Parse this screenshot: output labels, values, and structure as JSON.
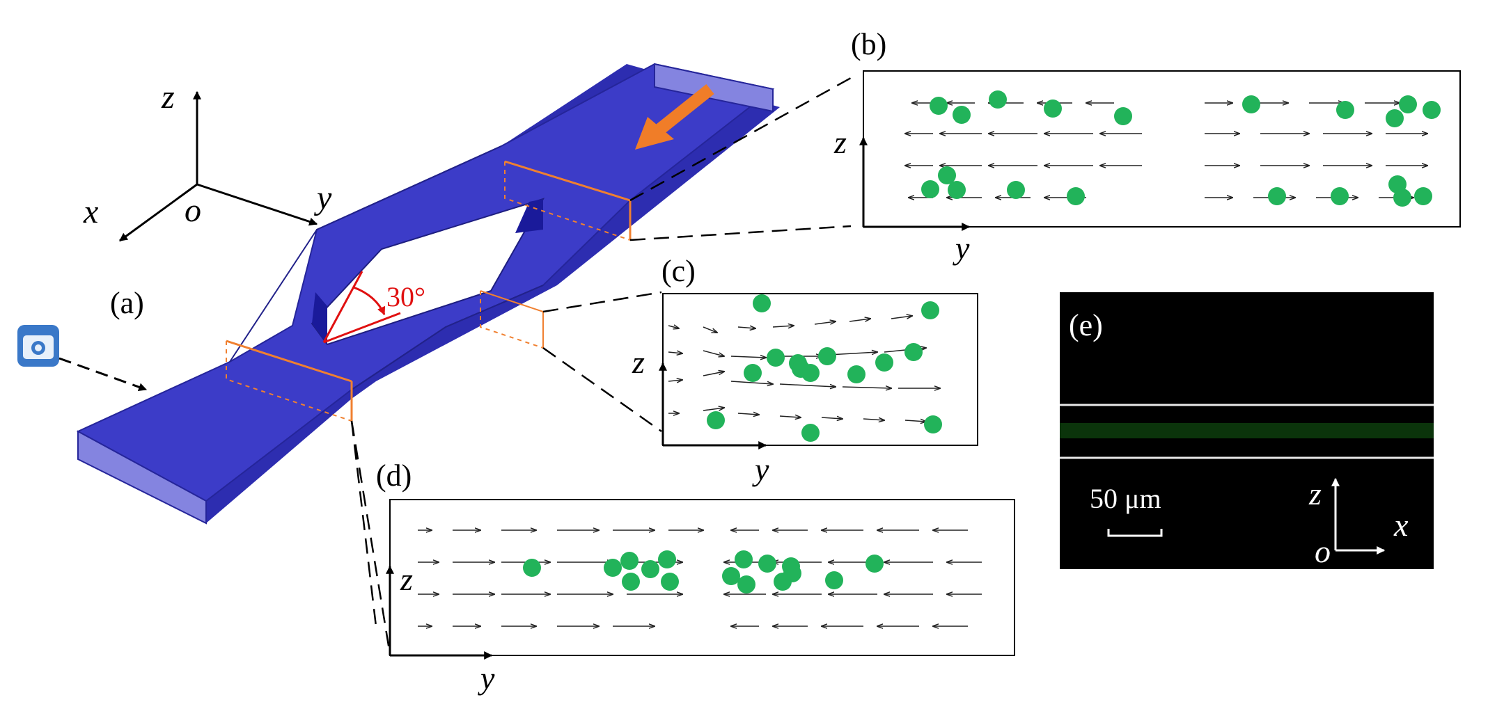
{
  "panels": {
    "a": "(a)",
    "b": "(b)",
    "c": "(c)",
    "d": "(d)",
    "e": "(e)"
  },
  "axes": {
    "x": "x",
    "y": "y",
    "z": "z",
    "o": "o"
  },
  "angle_label": "30°",
  "scale_bar": "50 μm",
  "colors": {
    "channel": "#3c3cc8",
    "channel_dark": "#28289a",
    "channel_light": "#8080e0",
    "cut_line": "#f08030",
    "flow_arrow": "#f07d28",
    "particle": "#22b35a",
    "angle": "#e01010",
    "fluor_band": "#1a5a1a"
  },
  "icons": {
    "camera": "camera-icon",
    "flow": "flow-direction-arrow-icon"
  }
}
